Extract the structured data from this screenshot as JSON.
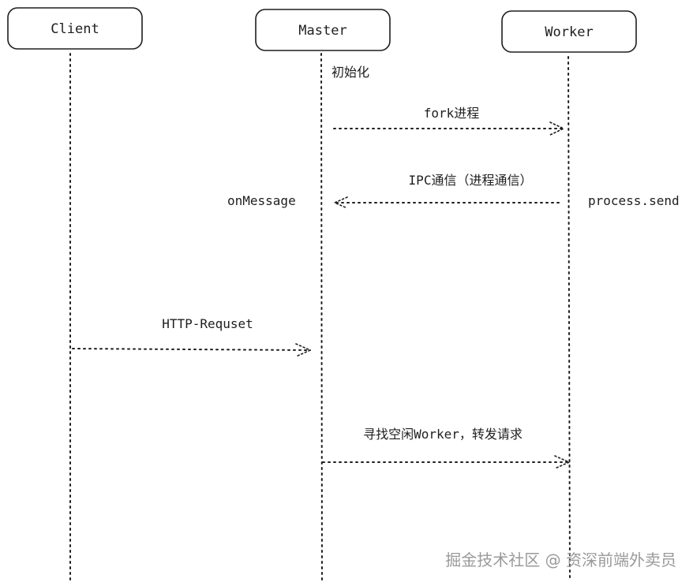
{
  "actors": {
    "client": {
      "label": "Client"
    },
    "master": {
      "label": "Master"
    },
    "worker": {
      "label": "Worker"
    }
  },
  "notes": {
    "init": "初始化",
    "on_message": "onMessage",
    "process_send": "process.send"
  },
  "messages": {
    "fork": "fork进程",
    "ipc": "IPC通信（进程通信）",
    "http_request": "HTTP-Requset",
    "forward": "寻找空闲Worker，转发请求"
  },
  "watermark": "掘金技术社区 @ 资深前端外卖员"
}
